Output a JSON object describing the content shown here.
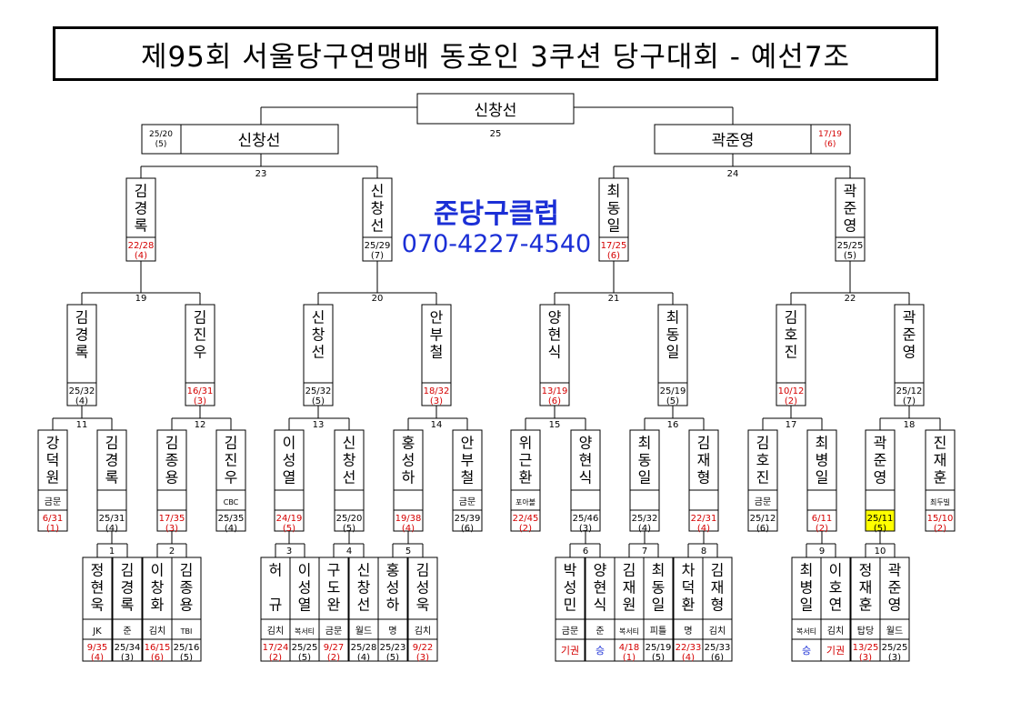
{
  "title": "제95회 서울당구연맹배 동호인 3쿠션 당구대회 - 예선7조",
  "ad": {
    "line1": "준당구클럽",
    "line2": "070-4227-4540"
  },
  "colors": {
    "loss": "#d40000",
    "highlight": "#ffff00",
    "ad": "#1b2fd6"
  },
  "final": {
    "winner": "신창선",
    "match_no": "25"
  },
  "semi": {
    "left": {
      "name": "신창선",
      "score": "25/20",
      "inn": "(5)",
      "match_no": "23"
    },
    "right": {
      "name": "곽준영",
      "score": "17/19",
      "inn": "(6)",
      "match_no": "24"
    }
  },
  "r3": [
    {
      "name": "김경록",
      "score": "22/28",
      "inn": "(4)"
    },
    {
      "name": "신창선",
      "score": "25/29",
      "inn": "(7)"
    },
    {
      "name": "최동일",
      "score": "17/25",
      "inn": "(6)"
    },
    {
      "name": "곽준영",
      "score": "25/25",
      "inn": "(5)"
    }
  ],
  "r3_match_nos": [
    "19",
    "20",
    "21",
    "22"
  ],
  "r2": [
    {
      "name": "김경록",
      "score": "25/32",
      "inn": "(4)"
    },
    {
      "name": "김진우",
      "score": "16/31",
      "inn": "(3)"
    },
    {
      "name": "신창선",
      "score": "25/32",
      "inn": "(5)"
    },
    {
      "name": "안부철",
      "score": "18/32",
      "inn": "(3)"
    },
    {
      "name": "양현식",
      "score": "13/19",
      "inn": "(6)"
    },
    {
      "name": "최동일",
      "score": "25/19",
      "inn": "(5)"
    },
    {
      "name": "김호진",
      "score": "10/12",
      "inn": "(2)"
    },
    {
      "name": "곽준영",
      "score": "25/12",
      "inn": "(7)"
    }
  ],
  "r2_match_nos": [
    "11",
    "12",
    "13",
    "14",
    "15",
    "16",
    "17",
    "18"
  ],
  "r1": [
    {
      "name": "강덕원",
      "club": "금문",
      "score": "6/31",
      "inn": "(1)"
    },
    {
      "name": "김경록",
      "club": "",
      "score": "25/31",
      "inn": "(4)"
    },
    {
      "name": "김종용",
      "club": "",
      "score": "17/35",
      "inn": "(3)"
    },
    {
      "name": "김진우",
      "club": "CBC",
      "score": "25/35",
      "inn": "(4)"
    },
    {
      "name": "이성열",
      "club": "",
      "score": "24/19",
      "inn": "(5)"
    },
    {
      "name": "신창선",
      "club": "",
      "score": "25/20",
      "inn": "(5)"
    },
    {
      "name": "홍성하",
      "club": "",
      "score": "19/38",
      "inn": "(4)"
    },
    {
      "name": "안부철",
      "club": "금문",
      "score": "25/39",
      "inn": "(6)"
    },
    {
      "name": "위근환",
      "club": "포아볼",
      "score": "22/45",
      "inn": "(2)"
    },
    {
      "name": "양현식",
      "club": "",
      "score": "25/46",
      "inn": "(3)"
    },
    {
      "name": "최동일",
      "club": "",
      "score": "25/32",
      "inn": "(4)"
    },
    {
      "name": "김재형",
      "club": "",
      "score": "22/31",
      "inn": "(4)"
    },
    {
      "name": "김호진",
      "club": "금문",
      "score": "25/12",
      "inn": "(6)"
    },
    {
      "name": "최병일",
      "club": "",
      "score": "6/11",
      "inn": "(2)"
    },
    {
      "name": "곽준영",
      "club": "",
      "score": "25/11",
      "inn": "(5)"
    },
    {
      "name": "진재훈",
      "club": "최두빌",
      "score": "15/10",
      "inn": "(2)"
    }
  ],
  "r1_match_nos": [
    "1",
    "2",
    "3",
    "4",
    "5",
    "6",
    "7",
    "8",
    "9",
    "10"
  ],
  "r0": [
    {
      "name": "정현욱",
      "club": "JK",
      "score": "9/35",
      "inn": "(4)"
    },
    {
      "name": "김경록",
      "club": "준",
      "score": "25/34",
      "inn": "(3)"
    },
    {
      "name": "이창화",
      "club": "김치",
      "score": "16/15",
      "inn": "(6)"
    },
    {
      "name": "김종용",
      "club": "TBI",
      "score": "25/16",
      "inn": "(5)"
    },
    {
      "name": "허 규",
      "club": "김치",
      "score": "17/24",
      "inn": "(2)"
    },
    {
      "name": "이성열",
      "club": "복서티",
      "score": "25/25",
      "inn": "(5)"
    },
    {
      "name": "구도완",
      "club": "금문",
      "score": "9/27",
      "inn": "(2)"
    },
    {
      "name": "신창선",
      "club": "월드",
      "score": "25/28",
      "inn": "(4)"
    },
    {
      "name": "홍성하",
      "club": "명",
      "score": "25/23",
      "inn": "(5)"
    },
    {
      "name": "김성욱",
      "club": "김치",
      "score": "9/22",
      "inn": "(3)"
    },
    {
      "name": "박성민",
      "club": "금문",
      "score": "기권",
      "inn": ""
    },
    {
      "name": "양현식",
      "club": "준",
      "score": "승",
      "inn": ""
    },
    {
      "name": "김재원",
      "club": "복서티",
      "score": "4/18",
      "inn": "(1)"
    },
    {
      "name": "최동일",
      "club": "피틀",
      "score": "25/19",
      "inn": "(5)"
    },
    {
      "name": "차덕환",
      "club": "명",
      "score": "22/33",
      "inn": "(4)"
    },
    {
      "name": "김재형",
      "club": "김치",
      "score": "25/33",
      "inn": "(6)"
    },
    {
      "name": "최병일",
      "club": "복서티",
      "score": "승",
      "inn": ""
    },
    {
      "name": "이호연",
      "club": "김치",
      "score": "기권",
      "inn": ""
    },
    {
      "name": "정재훈",
      "club": "탑당",
      "score": "13/25",
      "inn": "(3)"
    },
    {
      "name": "곽준영",
      "club": "월드",
      "score": "25/25",
      "inn": "(3)"
    }
  ]
}
